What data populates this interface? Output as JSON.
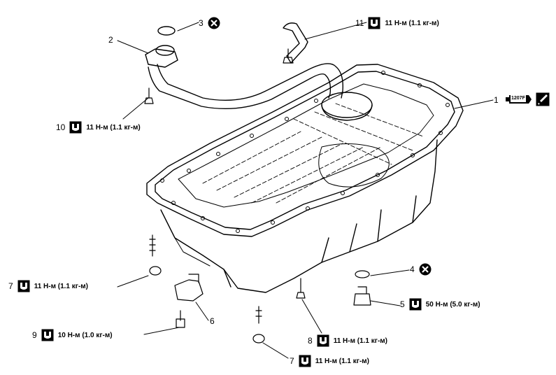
{
  "parts": [
    {
      "id": "n1",
      "number": "1"
    },
    {
      "id": "n2",
      "number": "2"
    },
    {
      "id": "n3",
      "number": "3"
    },
    {
      "id": "n4",
      "number": "4"
    },
    {
      "id": "n5",
      "number": "5",
      "torque": "50 Н-м (5.0 кг-м)"
    },
    {
      "id": "n6",
      "number": "6"
    },
    {
      "id": "n7a",
      "number": "7",
      "torque": "11 Н-м (1.1 кг-м)"
    },
    {
      "id": "n7b",
      "number": "7",
      "torque": "11 Н-м (1.1 кг-м)"
    },
    {
      "id": "n8",
      "number": "8",
      "torque": "11 Н-м (1.1 кг-м)"
    },
    {
      "id": "n9",
      "number": "9",
      "torque": "10 Н-м (1.0 кг-м)"
    },
    {
      "id": "n10",
      "number": "10",
      "torque": "11 Н-м (1.1 кг-м)"
    },
    {
      "id": "n11",
      "number": "11",
      "torque": "11 Н-м (1.1 кг-м)"
    }
  ],
  "sealant_label": "1207F",
  "icons": {
    "torque": "torque-wrench-icon",
    "do_not_reuse": "do-not-reuse-icon",
    "sealant_tube": "sealant-tube-icon",
    "apply_sealant": "apply-sealant-icon"
  }
}
